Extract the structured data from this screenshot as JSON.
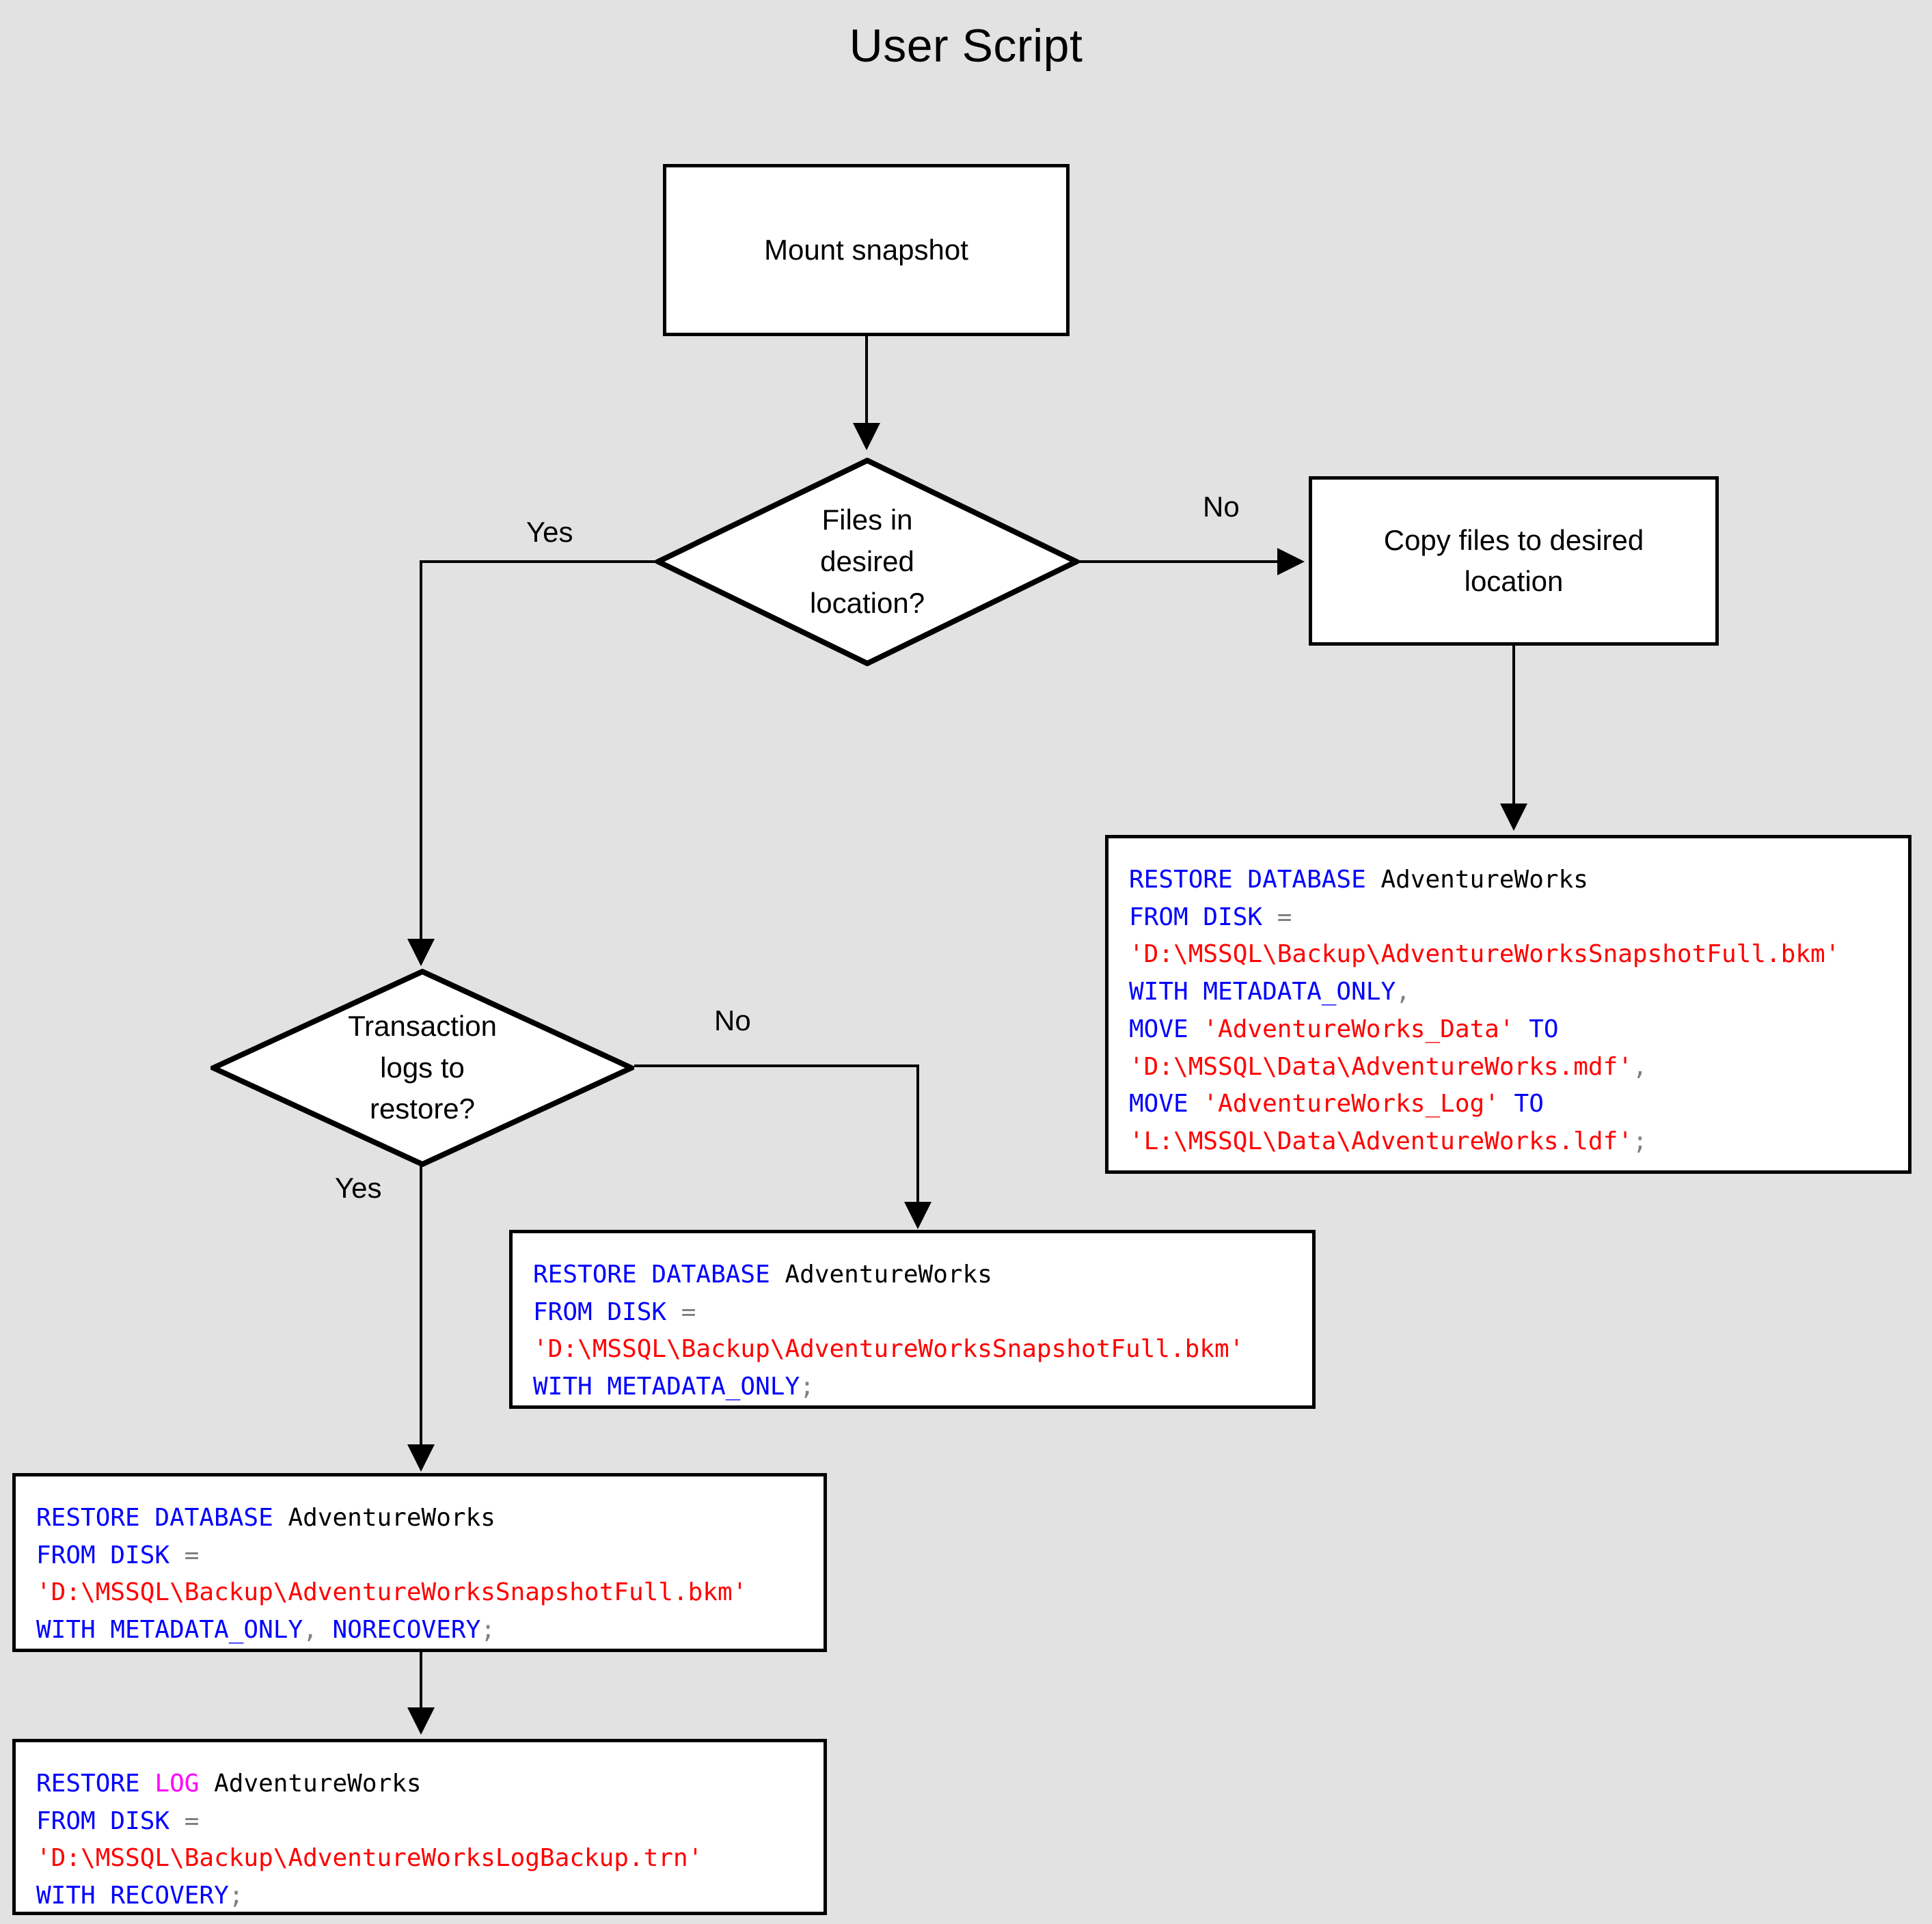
{
  "page": {
    "title": "User Script",
    "background_color": "#e2e2e2",
    "node_fill": "#ffffff",
    "node_stroke": "#000000"
  },
  "palette": {
    "keyword": "#0000ff",
    "string": "#ff0000",
    "punctuation": "#808080",
    "log_keyword": "#ff00ff",
    "plain": "#000000"
  },
  "nodes": {
    "mount_snapshot": {
      "label": "Mount snapshot"
    },
    "files_in_desired_location": {
      "label": "Files in\ndesired\nlocation?"
    },
    "copy_files": {
      "label": "Copy files to desired\nlocation"
    },
    "transaction_logs": {
      "label": "Transaction\nlogs to\nrestore?"
    }
  },
  "edge_labels": {
    "files_yes": "Yes",
    "files_no": "No",
    "logs_no": "No",
    "logs_yes": "Yes"
  },
  "code_blocks": {
    "restore_with_move": {
      "name": "restore-database-with-move",
      "lines": [
        [
          {
            "t": "RESTORE DATABASE ",
            "c": "kw"
          },
          {
            "t": "AdventureWorks",
            "c": "pln"
          }
        ],
        [
          {
            "t": "FROM DISK ",
            "c": "kw"
          },
          {
            "t": "=",
            "c": "pun"
          }
        ],
        [
          {
            "t": "'D:\\MSSQL\\Backup\\AdventureWorksSnapshotFull.bkm'",
            "c": "str"
          }
        ],
        [
          {
            "t": "WITH METADATA_ONLY",
            "c": "kw"
          },
          {
            "t": ",",
            "c": "pun"
          }
        ],
        [
          {
            "t": "MOVE ",
            "c": "kw"
          },
          {
            "t": "'AdventureWorks_Data'",
            "c": "str"
          },
          {
            "t": " TO",
            "c": "kw"
          }
        ],
        [
          {
            "t": "'D:\\MSSQL\\Data\\AdventureWorks.mdf'",
            "c": "str"
          },
          {
            "t": ",",
            "c": "pun"
          }
        ],
        [
          {
            "t": "MOVE ",
            "c": "kw"
          },
          {
            "t": "'AdventureWorks_Log'",
            "c": "str"
          },
          {
            "t": " TO",
            "c": "kw"
          }
        ],
        [
          {
            "t": "'L:\\MSSQL\\Data\\AdventureWorks.ldf'",
            "c": "str"
          },
          {
            "t": ";",
            "c": "pun"
          }
        ]
      ]
    },
    "restore_metadata_only": {
      "name": "restore-database-metadata-only",
      "lines": [
        [
          {
            "t": "RESTORE DATABASE ",
            "c": "kw"
          },
          {
            "t": "AdventureWorks",
            "c": "pln"
          }
        ],
        [
          {
            "t": "FROM DISK ",
            "c": "kw"
          },
          {
            "t": "=",
            "c": "pun"
          }
        ],
        [
          {
            "t": "'D:\\MSSQL\\Backup\\AdventureWorksSnapshotFull.bkm'",
            "c": "str"
          }
        ],
        [
          {
            "t": "WITH METADATA_ONLY",
            "c": "kw"
          },
          {
            "t": ";",
            "c": "pun"
          }
        ]
      ]
    },
    "restore_norecovery": {
      "name": "restore-database-norecovery",
      "lines": [
        [
          {
            "t": "RESTORE DATABASE ",
            "c": "kw"
          },
          {
            "t": "AdventureWorks",
            "c": "pln"
          }
        ],
        [
          {
            "t": "FROM DISK ",
            "c": "kw"
          },
          {
            "t": "=",
            "c": "pun"
          }
        ],
        [
          {
            "t": "'D:\\MSSQL\\Backup\\AdventureWorksSnapshotFull.bkm'",
            "c": "str"
          }
        ],
        [
          {
            "t": "WITH METADATA_ONLY",
            "c": "kw"
          },
          {
            "t": ", ",
            "c": "pun"
          },
          {
            "t": "NORECOVERY",
            "c": "kw"
          },
          {
            "t": ";",
            "c": "pun"
          }
        ]
      ]
    },
    "restore_log": {
      "name": "restore-log-recovery",
      "lines": [
        [
          {
            "t": "RESTORE ",
            "c": "kw"
          },
          {
            "t": "LOG",
            "c": "log"
          },
          {
            "t": " ",
            "c": "kw"
          },
          {
            "t": "AdventureWorks",
            "c": "pln"
          }
        ],
        [
          {
            "t": "FROM DISK ",
            "c": "kw"
          },
          {
            "t": "=",
            "c": "pun"
          }
        ],
        [
          {
            "t": "'D:\\MSSQL\\Backup\\AdventureWorksLogBackup.trn'",
            "c": "str"
          }
        ],
        [
          {
            "t": "WITH RECOVERY",
            "c": "kw"
          },
          {
            "t": ";",
            "c": "pun"
          }
        ]
      ]
    }
  }
}
